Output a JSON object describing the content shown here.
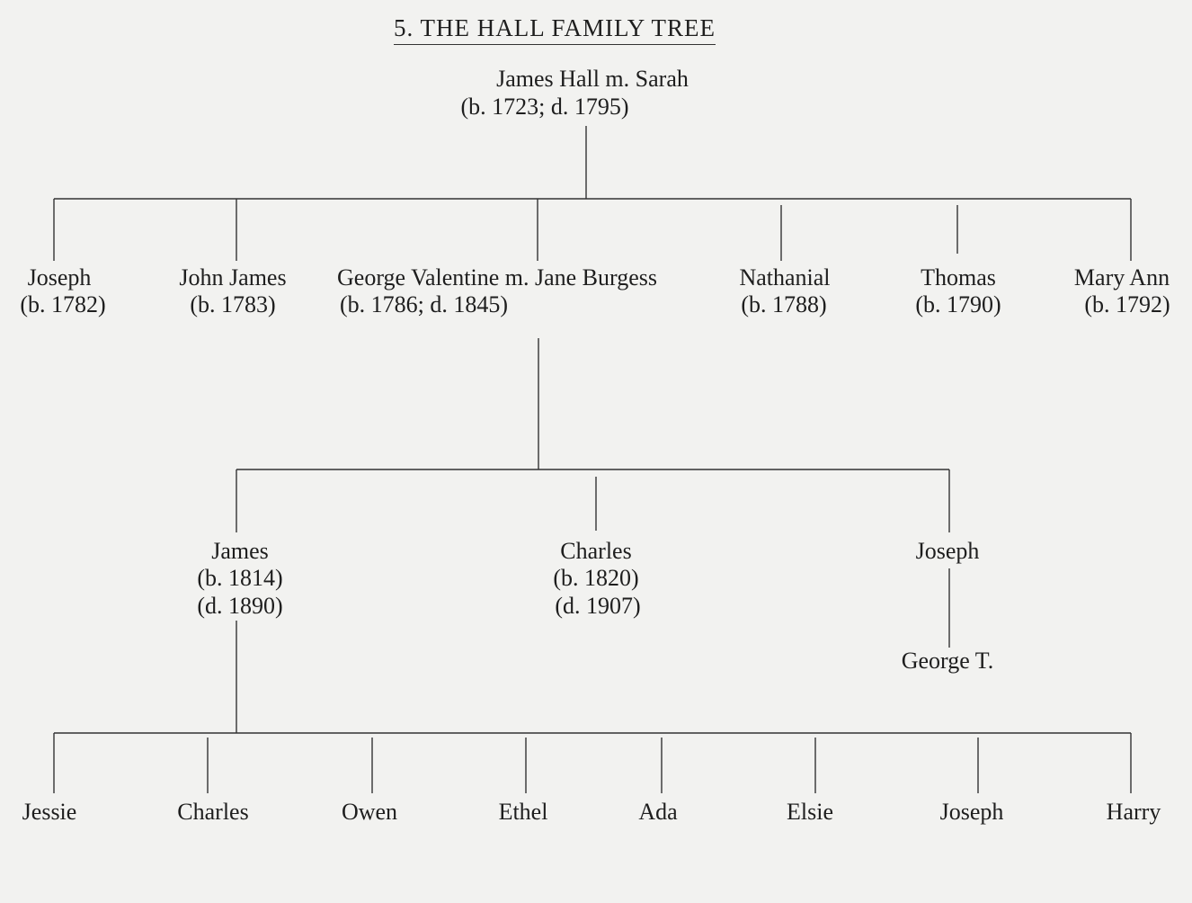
{
  "title": "5. THE HALL FAMILY TREE",
  "root": {
    "name": "James Hall m. Sarah",
    "dates": "(b. 1723; d. 1795)"
  },
  "gen2": [
    {
      "name": "Joseph",
      "dates": "(b. 1782)"
    },
    {
      "name": "John James",
      "dates": "(b. 1783)"
    },
    {
      "name": "George Valentine m. Jane Burgess",
      "dates": "(b. 1786; d. 1845)"
    },
    {
      "name": "Nathanial",
      "dates": "(b.  1788)"
    },
    {
      "name": "Thomas",
      "dates": "(b. 1790)"
    },
    {
      "name": "Mary Ann",
      "dates": "(b. 1792)"
    }
  ],
  "gen3": [
    {
      "name": "James",
      "birth": "(b. 1814)",
      "death": "(d. 1890)"
    },
    {
      "name": "Charles",
      "birth": "(b. 1820)",
      "death": "(d. 1907)"
    },
    {
      "name": "Joseph",
      "child": "George T."
    }
  ],
  "gen4": [
    "Jessie",
    "Charles",
    "Owen",
    "Ethel",
    "Ada",
    "Elsie",
    "Joseph",
    "Harry"
  ]
}
